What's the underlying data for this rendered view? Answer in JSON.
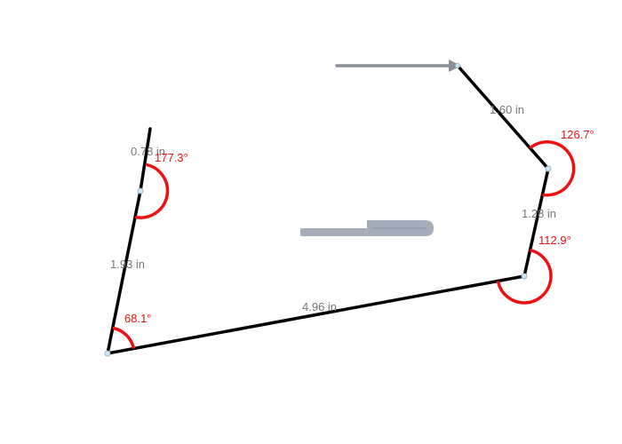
{
  "measurements": {
    "lengths": [
      "0.78 in",
      "1.93 in",
      "4.96 in",
      "1.28 in",
      "1.60 in"
    ],
    "angles": [
      "177.3°",
      "68.1°",
      "112.9°",
      "126.7°"
    ]
  },
  "colors": {
    "edge": "#000000",
    "angle": "#ee1111",
    "length_label": "#777777",
    "vertex": "#cfe8f2",
    "arrow": "#8a9099",
    "pencil": "#a4adb8"
  },
  "icons": {
    "arrow": "right-arrow-icon",
    "pencil": "pencil-icon"
  }
}
